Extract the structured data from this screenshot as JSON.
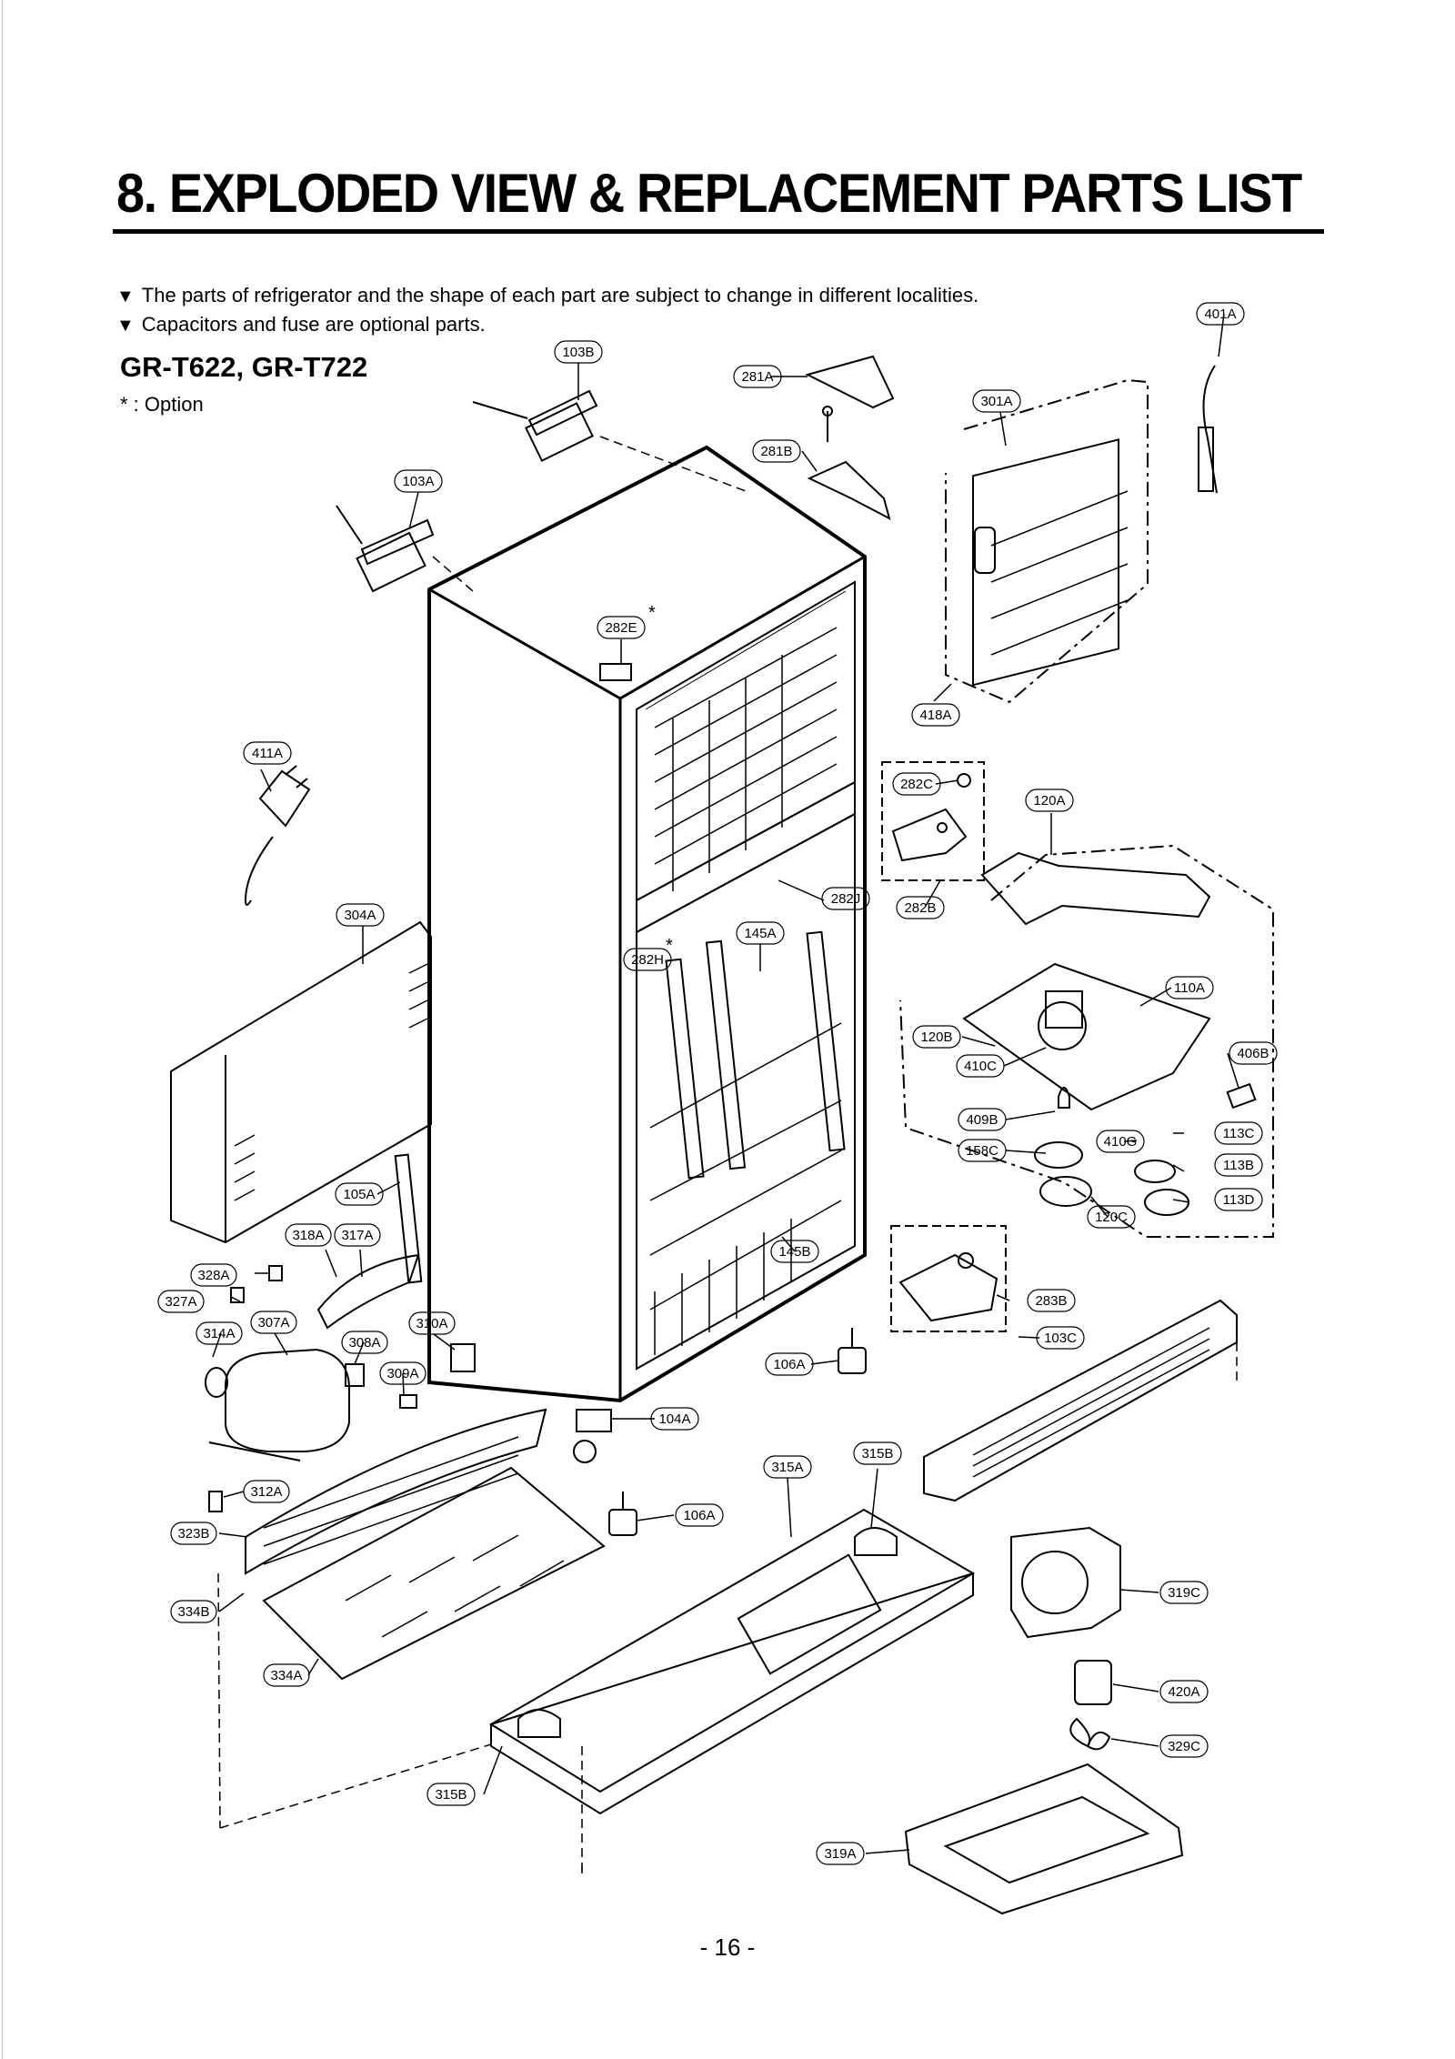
{
  "title": "8. EXPLODED VIEW & REPLACEMENT PARTS LIST",
  "notes": [
    "The parts of refrigerator and the shape of each part are subject to change in different localities.",
    "Capacitors and fuse are optional parts."
  ],
  "model": "GR-T622, GR-T722",
  "option_note": "* : Option",
  "callouts": {
    "c103B": "103B",
    "c281A": "281A",
    "c401A": "401A",
    "c301A": "301A",
    "c281B": "281B",
    "c103A": "103A",
    "c282E": "282E",
    "c418A": "418A",
    "c411A": "411A",
    "c282C": "282C",
    "c120A": "120A",
    "c282J": "282J",
    "c282B": "282B",
    "c304A": "304A",
    "c145A": "145A",
    "c282H": "282H",
    "c110A": "110A",
    "c120B": "120B",
    "c406B": "406B",
    "c410C": "410C",
    "c409B": "409B",
    "c113C": "113C",
    "c158C": "158C",
    "c410G": "410G",
    "c113B": "113B",
    "c105A": "105A",
    "c113D": "113D",
    "c120C": "120C",
    "c318A": "318A",
    "c317A": "317A",
    "c145B": "145B",
    "c328A": "328A",
    "c283B": "283B",
    "c327A": "327A",
    "c307A": "307A",
    "c310A": "310A",
    "c103C": "103C",
    "c314A": "314A",
    "c308A": "308A",
    "c106A_top": "106A",
    "c309A": "309A",
    "c104A": "104A",
    "c315B_top": "315B",
    "c315A": "315A",
    "c312A": "312A",
    "c106A_bot": "106A",
    "c323B": "323B",
    "c319C": "319C",
    "c334B": "334B",
    "c334A": "334A",
    "c420A": "420A",
    "c329C": "329C",
    "c315B_bot": "315B",
    "c319A": "319A"
  },
  "page_number": "- 16 -"
}
